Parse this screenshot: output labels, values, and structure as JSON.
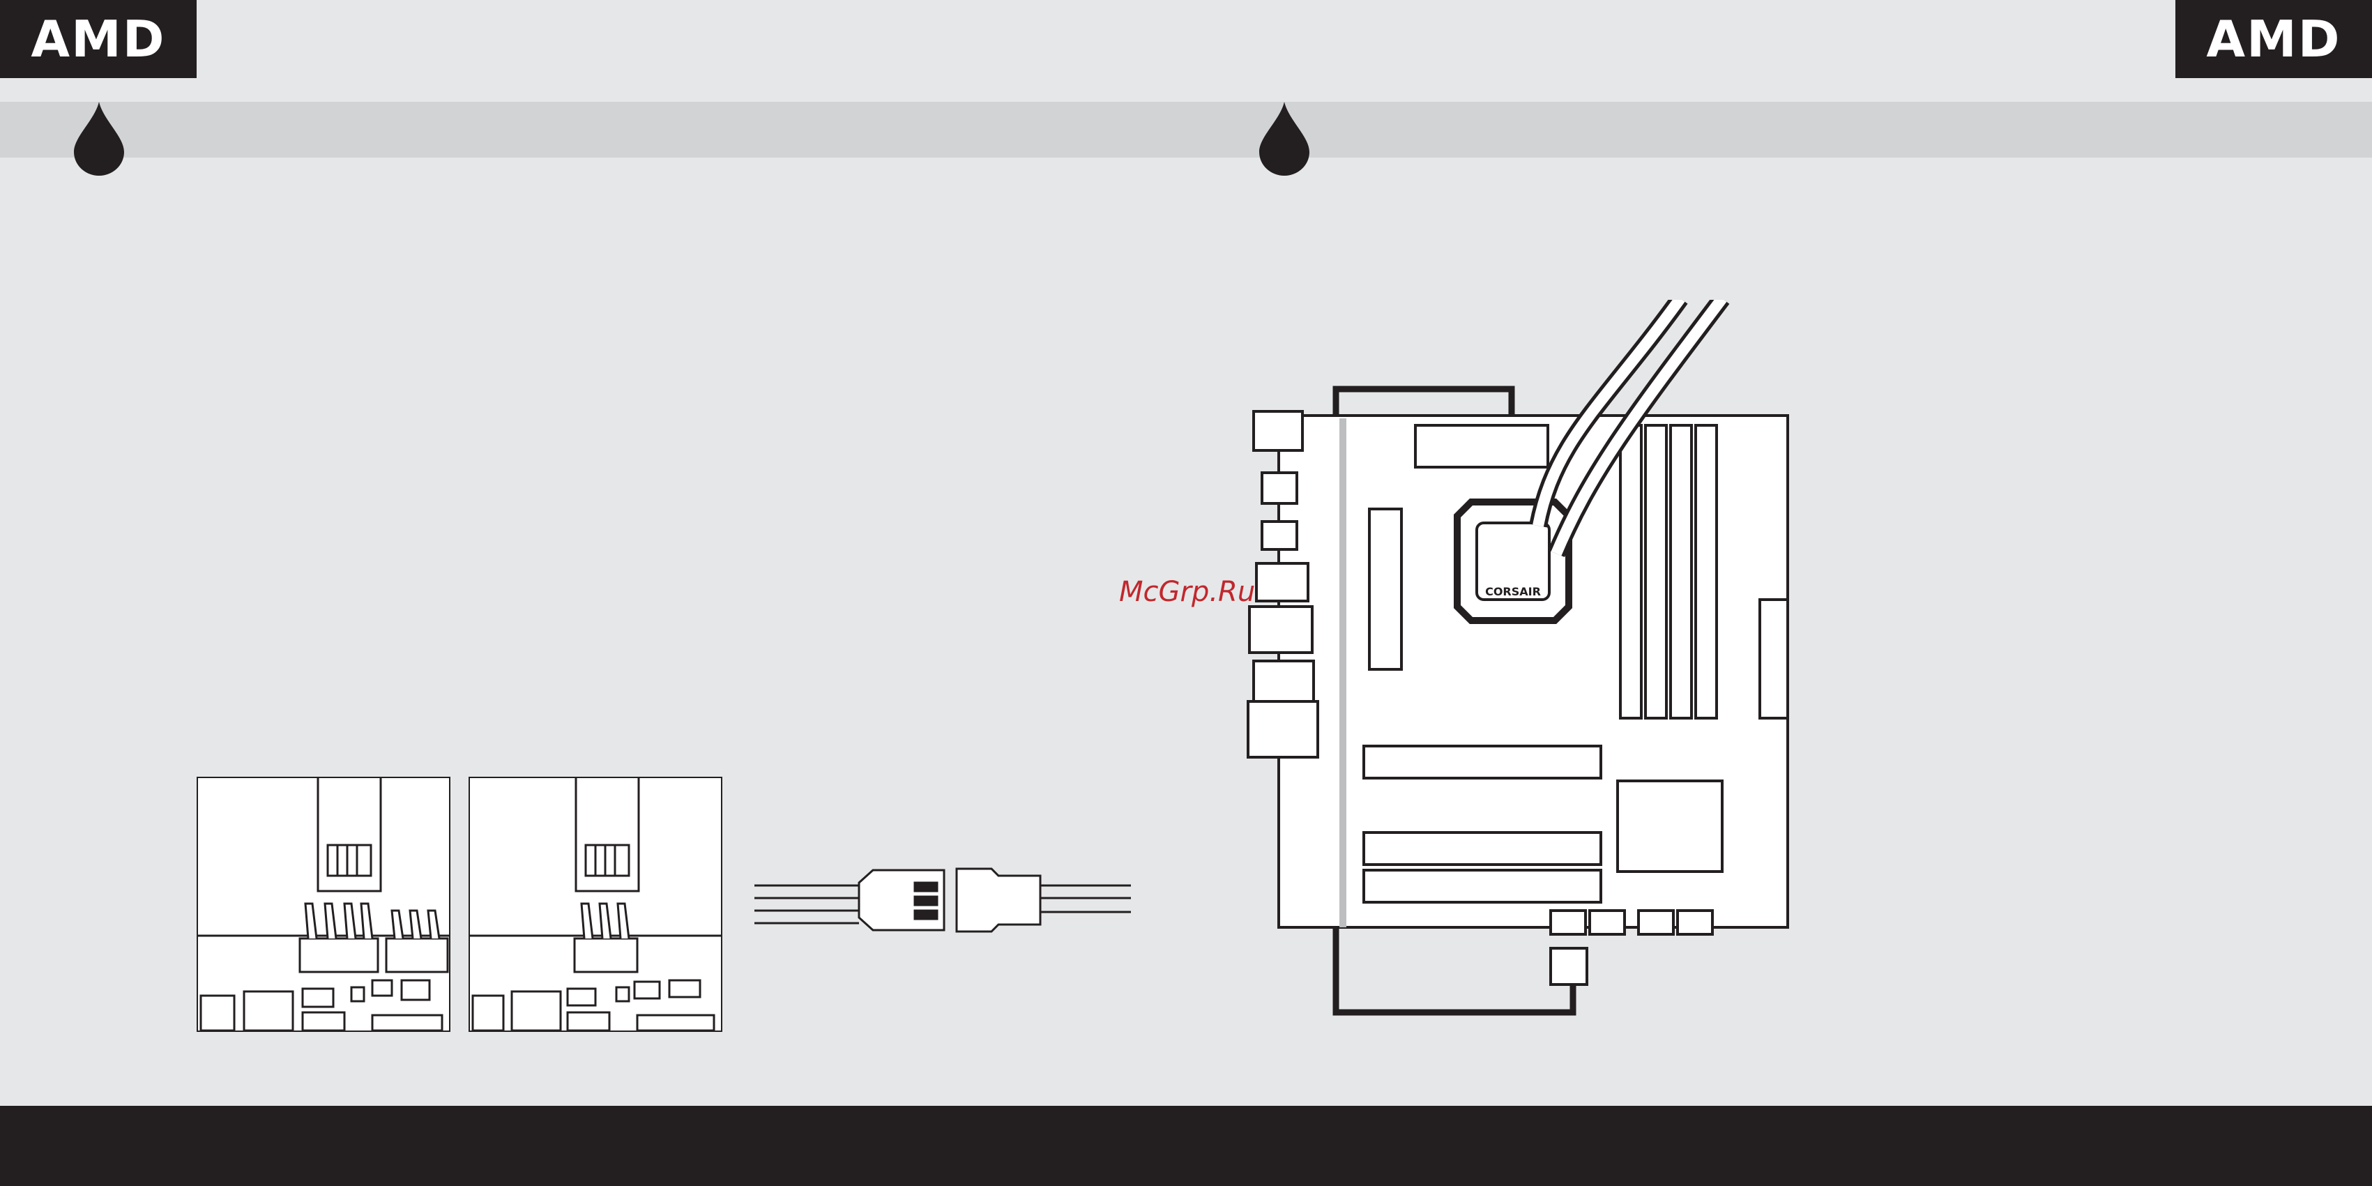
{
  "header": {
    "logo_left": "AMD",
    "logo_right": "AMD"
  },
  "watermark": {
    "text": "McGrp.Ru"
  },
  "cooler": {
    "brand_mark": "CORSAIR"
  },
  "colors": {
    "background": "#e6e7e8",
    "band": "#d1d3d4",
    "dark": "#231f20",
    "watermark": "#c0282d"
  },
  "icons": [
    "water-drop-icon",
    "water-drop-icon"
  ]
}
